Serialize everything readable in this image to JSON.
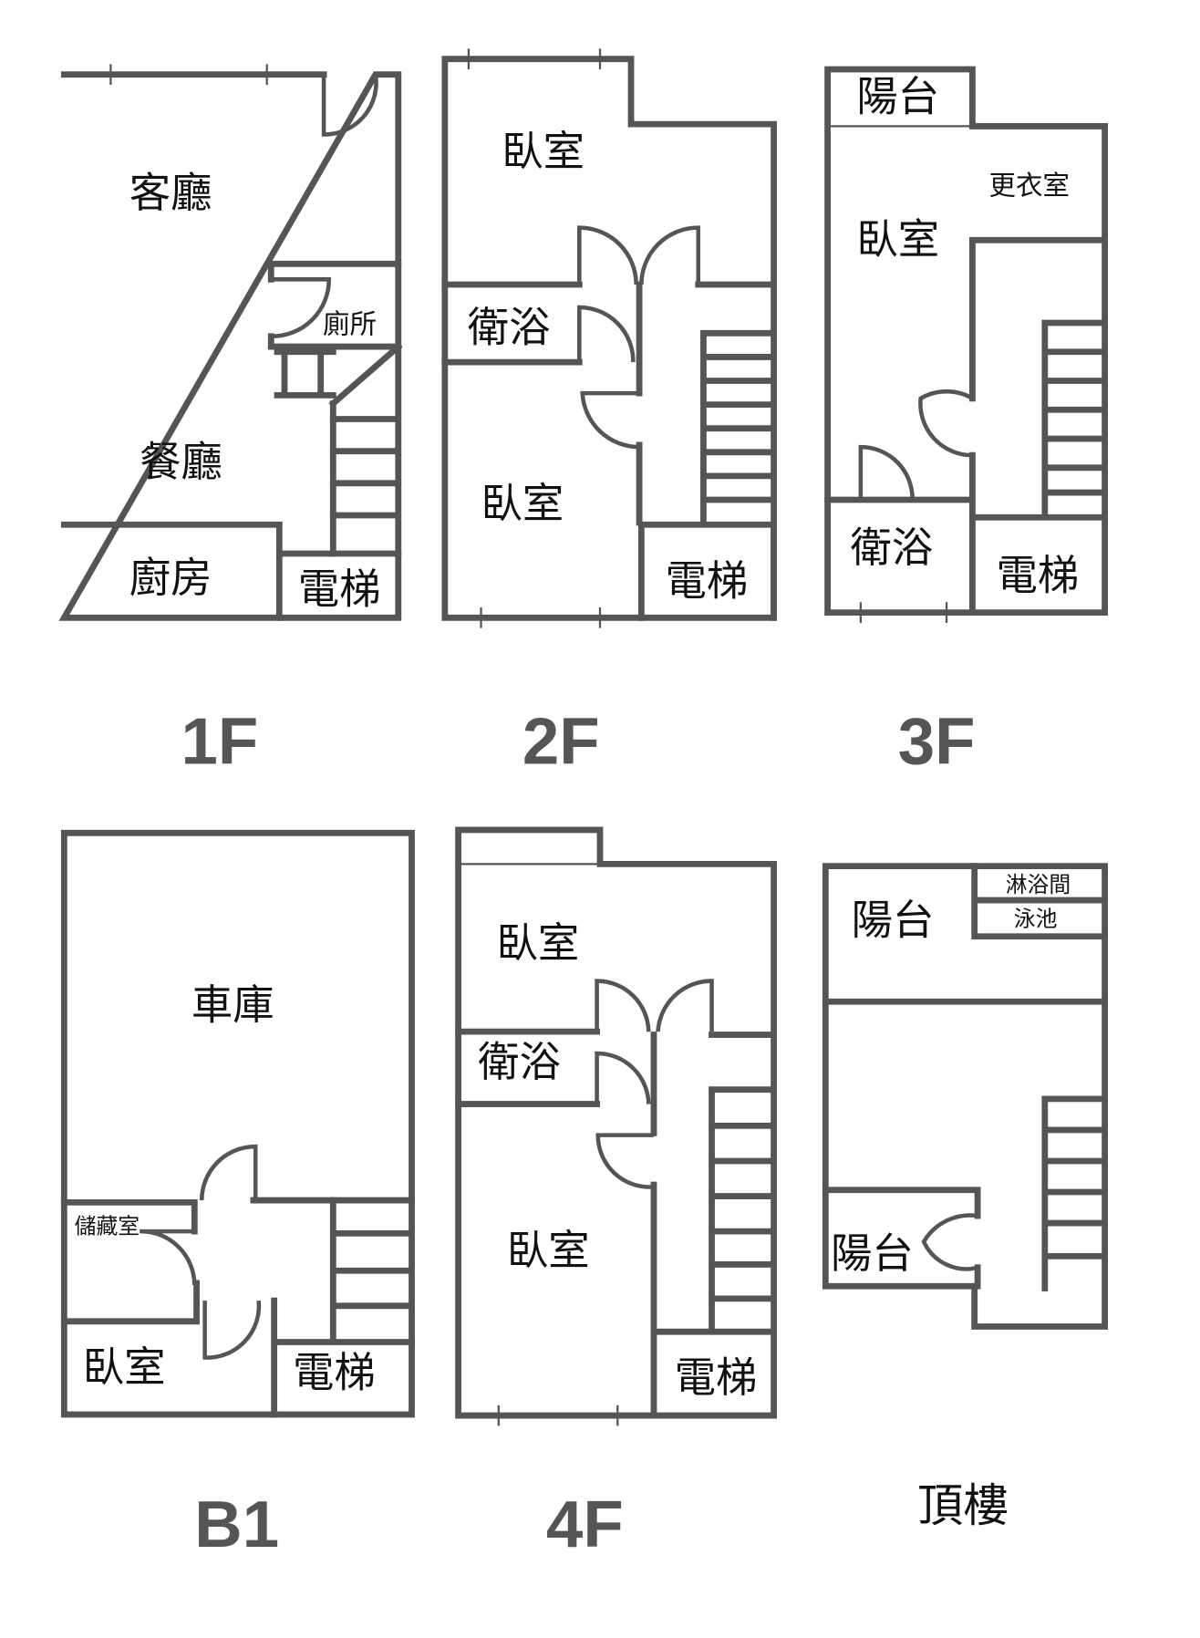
{
  "floors": {
    "f1": {
      "label": "1F",
      "rooms": {
        "living": "客廳",
        "dining": "餐廳",
        "toilet": "廁所",
        "kitchen": "廚房",
        "elevator": "電梯"
      }
    },
    "f2": {
      "label": "2F",
      "rooms": {
        "bedroom1": "臥室",
        "bath": "衛浴",
        "bedroom2": "臥室",
        "elevator": "電梯"
      }
    },
    "f3": {
      "label": "3F",
      "rooms": {
        "balcony": "陽台",
        "closet": "更衣室",
        "bedroom": "臥室",
        "bath": "衛浴",
        "elevator": "電梯"
      }
    },
    "b1": {
      "label": "B1",
      "rooms": {
        "garage": "車庫",
        "storage": "儲藏室",
        "bedroom": "臥室",
        "elevator": "電梯"
      }
    },
    "f4": {
      "label": "4F",
      "rooms": {
        "bedroom1": "臥室",
        "bath": "衛浴",
        "bedroom2": "臥室",
        "elevator": "電梯"
      }
    },
    "roof": {
      "label": "頂樓",
      "rooms": {
        "balcony1": "陽台",
        "shower": "淋浴間",
        "pool": "泳池",
        "balcony2": "陽台"
      }
    }
  }
}
